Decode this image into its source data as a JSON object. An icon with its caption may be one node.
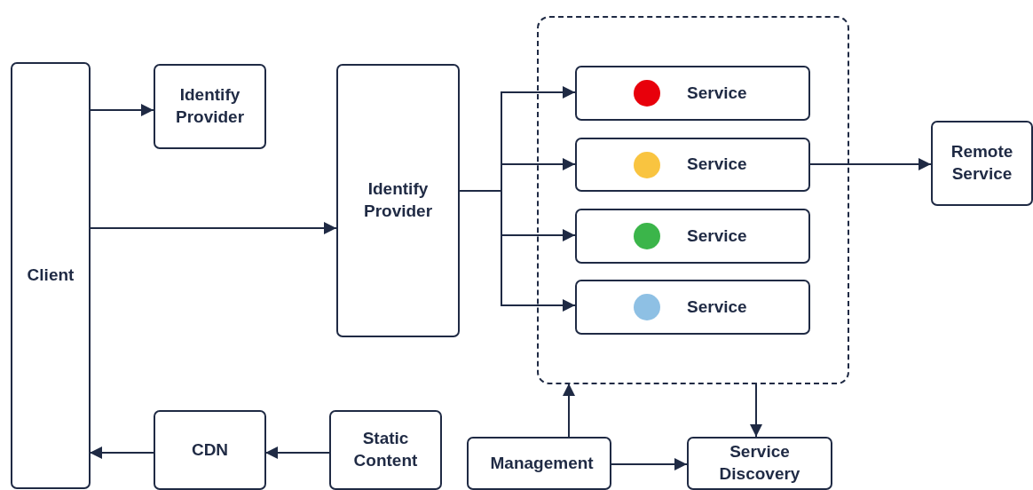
{
  "diagram": {
    "nodes": [
      {
        "text": [
          "Client"
        ]
      },
      {
        "text": [
          "Identify Provider"
        ]
      },
      {
        "text": [
          "Identify Provider"
        ]
      },
      {
        "text": [],
        "shape": "box"
      },
      {
        "text": [
          "Service"
        ],
        "in": 3
      },
      {
        "text": [
          "Service"
        ],
        "in": 3
      },
      {
        "text": [
          "Service"
        ],
        "in": 3
      },
      {
        "text": [
          "Service"
        ],
        "in": 3
      },
      {
        "text": [
          "Remote Service"
        ]
      },
      {
        "text": [
          "CDN"
        ]
      },
      {
        "text": [
          "Static Content"
        ]
      },
      {
        "text": [
          "Management"
        ]
      },
      {
        "text": [
          "Service Discovery"
        ]
      }
    ],
    "edges": [
      {
        "from": 0,
        "to": 1,
        "arrow": "to"
      },
      {
        "from": 0,
        "to": 2,
        "arrow": "to"
      },
      {
        "from": 2,
        "to": 4,
        "arrow": "to"
      },
      {
        "from": 2,
        "to": 5,
        "arrow": "to"
      },
      {
        "from": 2,
        "to": 6,
        "arrow": "to"
      },
      {
        "from": 2,
        "to": 7,
        "arrow": "to"
      },
      {
        "from": 5,
        "to": 8,
        "arrow": "to"
      },
      {
        "from": 10,
        "to": 9,
        "arrow": "to"
      },
      {
        "from": 9,
        "to": 0,
        "arrow": "to"
      },
      {
        "from": 11,
        "to": 3,
        "arrow": "to"
      },
      {
        "from": 11,
        "to": 12,
        "arrow": "to"
      },
      {
        "from": 3,
        "to": 12,
        "arrow": "to"
      }
    ]
  }
}
